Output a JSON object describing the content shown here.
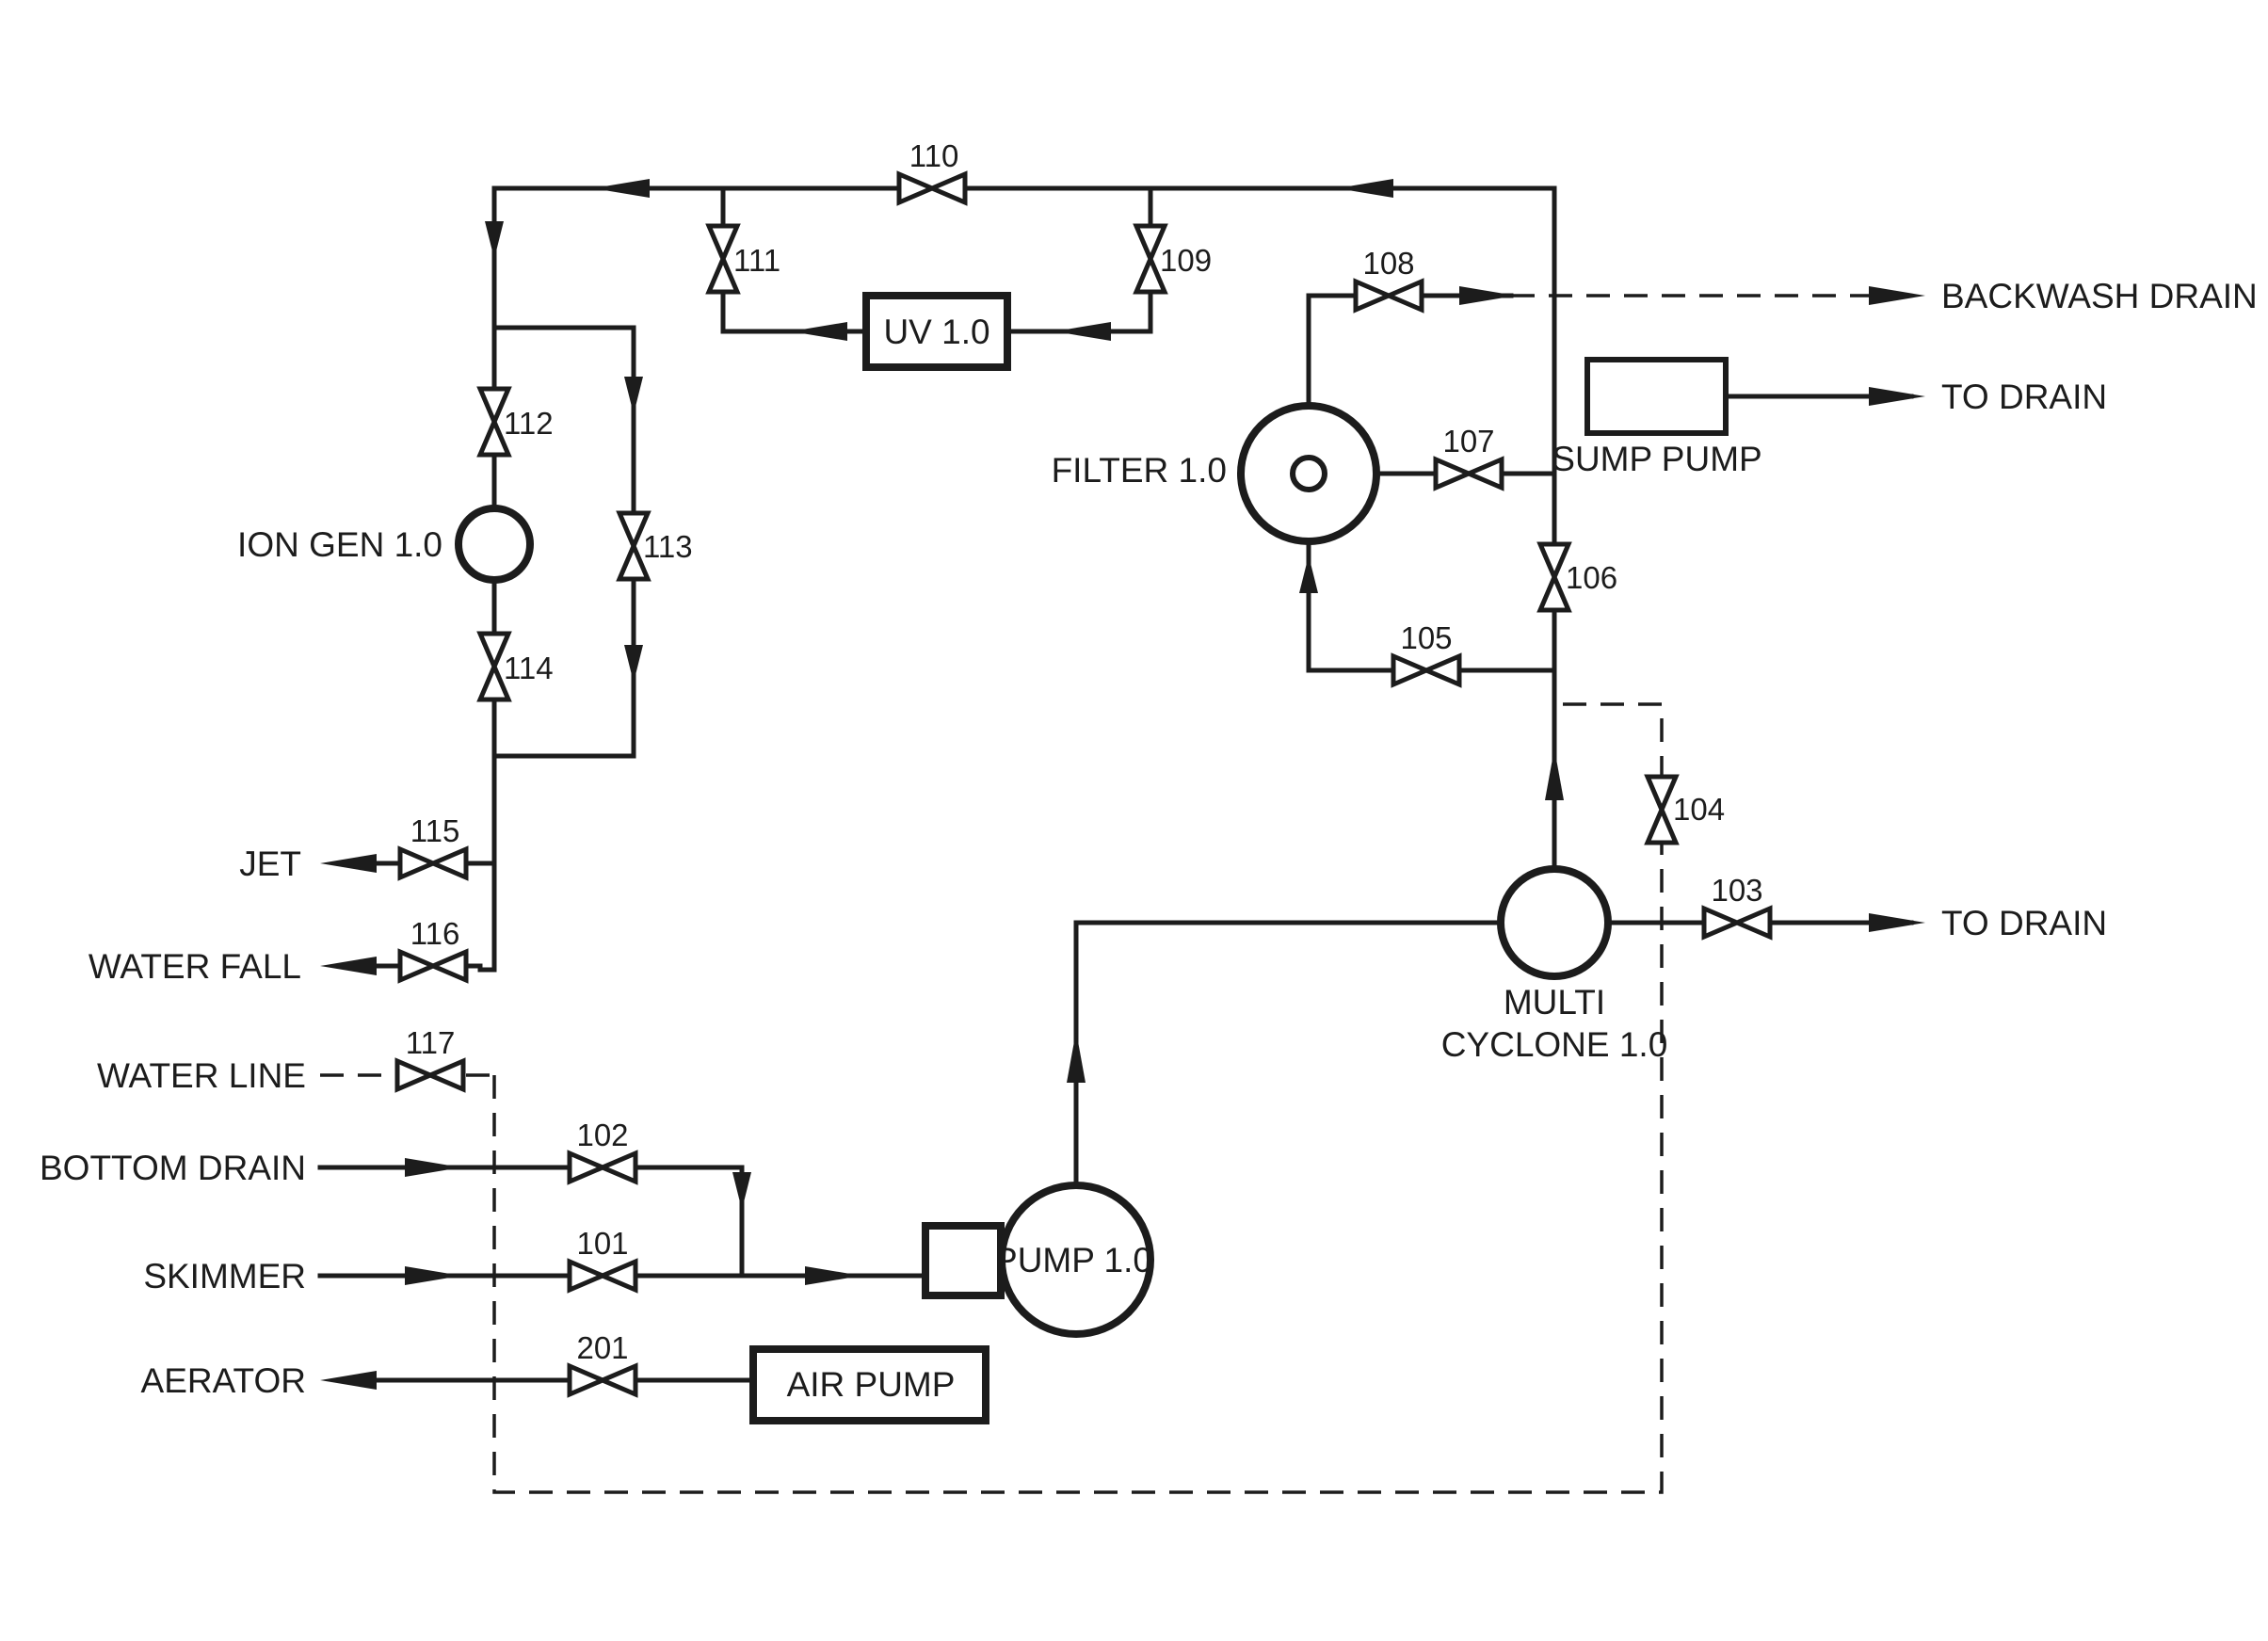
{
  "sources": {
    "water_line": "WATER LINE",
    "bottom_drain": "BOTTOM DRAIN",
    "skimmer": "SKIMMER",
    "aerator": "AERATOR",
    "jet": "JET",
    "water_fall": "WATER FALL"
  },
  "equipment": {
    "pump": "PUMP 1.0",
    "air_pump": "AIR PUMP",
    "multi_cyclone_line1": "MULTI",
    "multi_cyclone_line2": "CYCLONE 1.0",
    "filter": "FILTER 1.0",
    "uv": "UV 1.0",
    "ion_gen": "ION GEN 1.0",
    "sump_pump": "SUMP PUMP"
  },
  "outlets": {
    "backwash_drain": "BACKWASH DRAIN",
    "to_drain_sump": "TO DRAIN",
    "to_drain_cyclone": "TO DRAIN"
  },
  "valves": {
    "v101": "101",
    "v102": "102",
    "v103": "103",
    "v104": "104",
    "v105": "105",
    "v106": "106",
    "v107": "107",
    "v108": "108",
    "v109": "109",
    "v110": "110",
    "v111": "111",
    "v112": "112",
    "v113": "113",
    "v114": "114",
    "v115": "115",
    "v116": "116",
    "v117": "117",
    "v201": "201"
  }
}
